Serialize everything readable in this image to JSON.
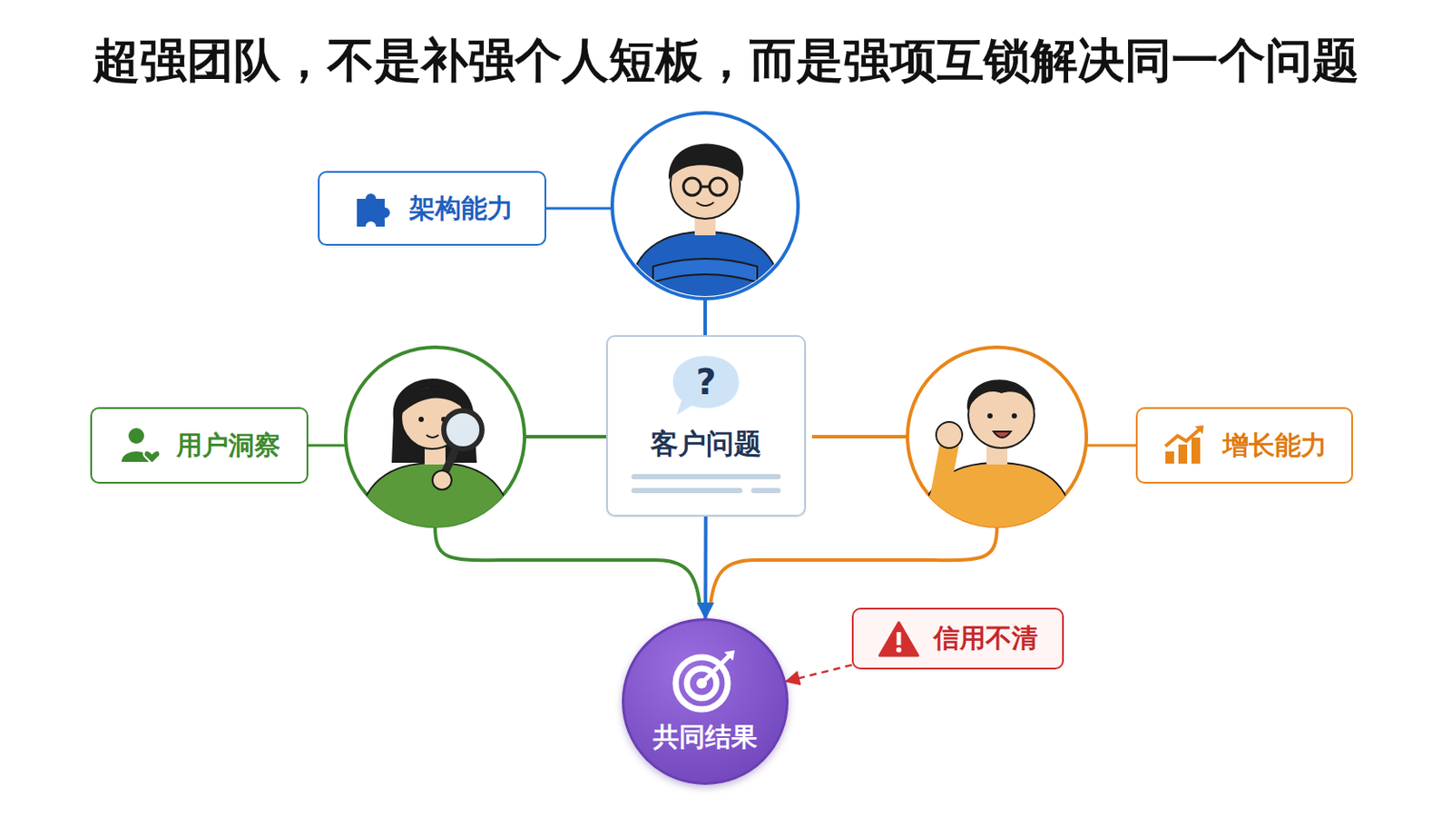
{
  "diagram": {
    "title": "超强团队，不是补强个人短板，而是强项互锁解决同一个问题",
    "nodes": [
      {
        "text": [
          "架构能力"
        ]
      },
      {
        "text": [
          "用户洞察"
        ]
      },
      {
        "text": [
          "客户问题"
        ]
      },
      {
        "text": [
          "增长能力"
        ]
      },
      {
        "text": [
          "信用不清"
        ]
      },
      {
        "text": [
          "共同结果"
        ]
      }
    ],
    "edges": [
      {
        "from": 2,
        "to": 5,
        "arrow": "to"
      },
      {
        "from": 4,
        "to": 5,
        "arrow": "to"
      }
    ]
  }
}
